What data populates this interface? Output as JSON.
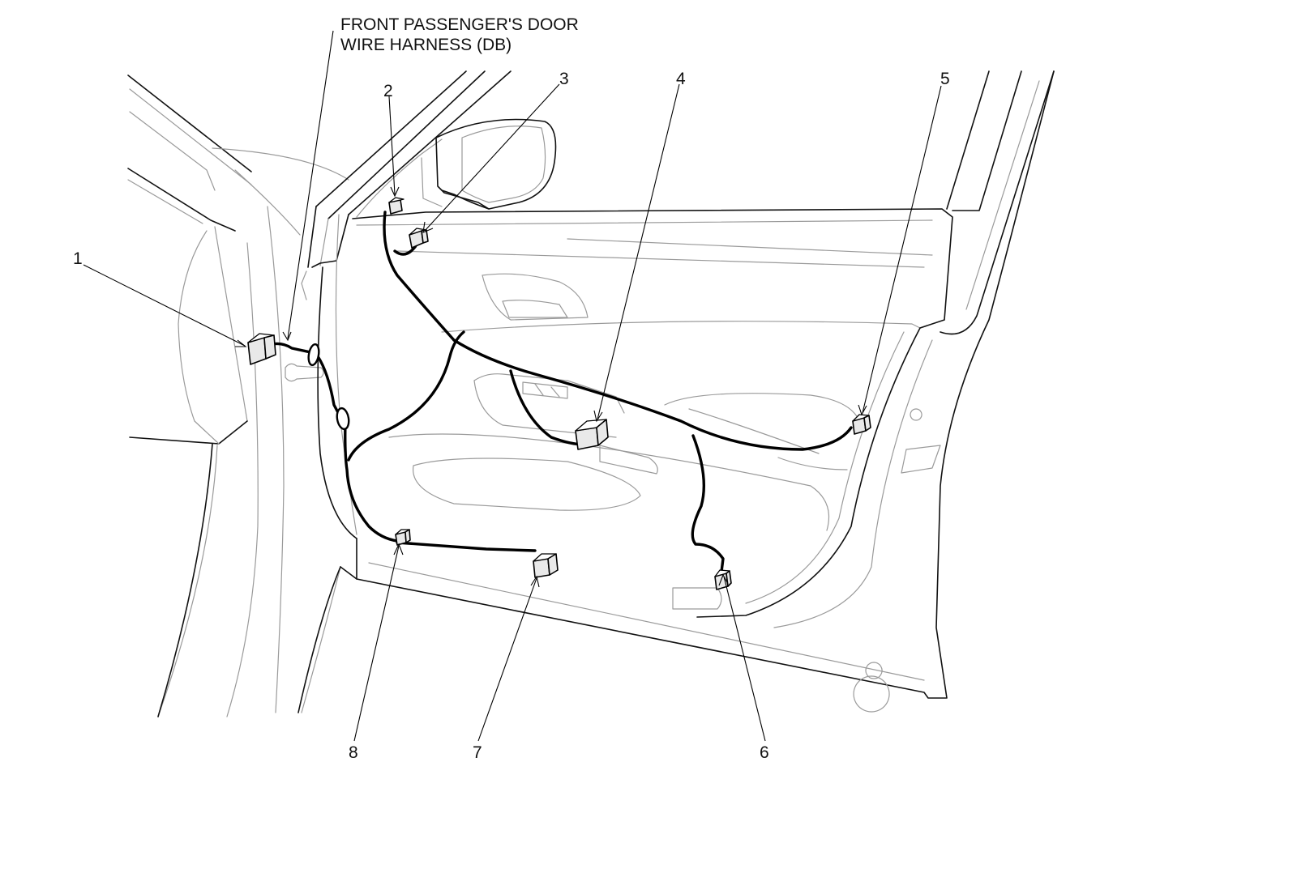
{
  "harness_label": {
    "line1": "FRONT PASSENGER'S DOOR",
    "line2": "WIRE HARNESS (DB)"
  },
  "callouts": [
    "1",
    "2",
    "3",
    "4",
    "5",
    "6",
    "7",
    "8"
  ]
}
